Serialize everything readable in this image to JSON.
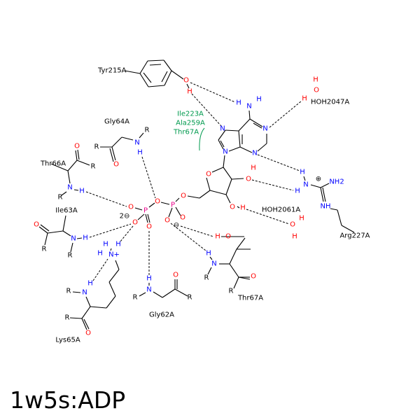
{
  "title": "1w5s:ADP",
  "symbols": {
    "O": "O",
    "N": "N",
    "H": "H",
    "P": "P",
    "R": "R",
    "NH2": "NH2",
    "NH": "NH",
    "N+": "N+",
    "charge_minus": "⊖",
    "charge_2minus": "2⊖",
    "charge_plus": "⊕"
  },
  "residues": {
    "tyr215a": "Tyr215A",
    "gly64a": "Gly64A",
    "thr66a": "Thr66A",
    "ile63a": "Ile63A",
    "lys65a": "Lys65A",
    "gly62a": "Gly62A",
    "thr67a": "Thr67A",
    "arg227a": "Arg227A",
    "hoh2047a": "HOH2047A",
    "hoh2061a": "HOH2061A"
  },
  "hydrophobic": {
    "ile223a": "Ile223A",
    "ala259a": "Ala259A",
    "thr67a": "Thr67A"
  },
  "colors": {
    "O": "#ff0000",
    "N": "#0000ff",
    "H_polar": "#0000ff",
    "P": "#e8008a",
    "C": "#000000",
    "hydrophobic": "#009a4e"
  }
}
